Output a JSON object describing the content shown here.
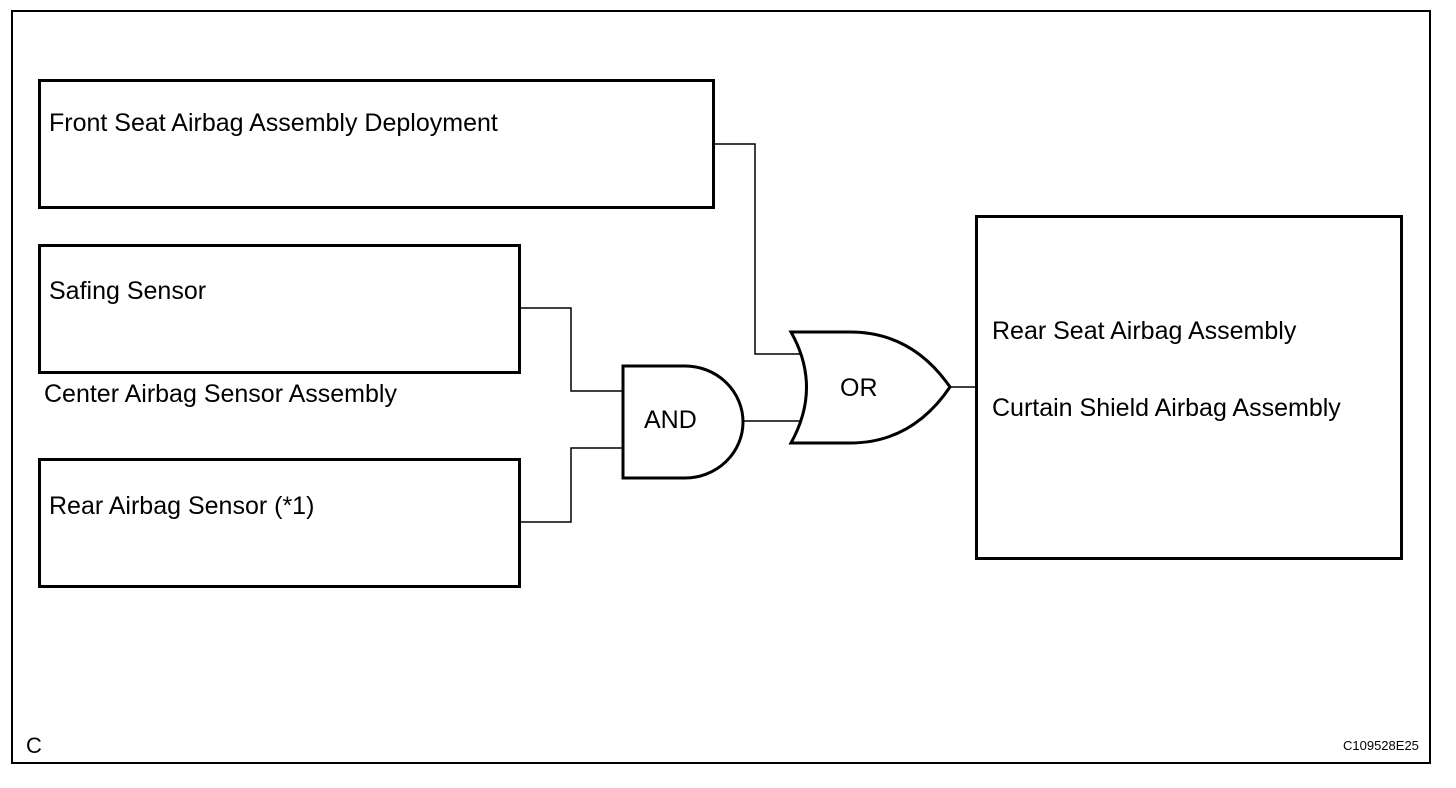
{
  "inputs": {
    "front_seat_deployment": "Front Seat Airbag Assembly Deployment",
    "safing_sensor": "Safing Sensor",
    "center_sensor_assembly": "Center Airbag Sensor Assembly",
    "rear_airbag_sensor": "Rear Airbag Sensor (*1)"
  },
  "gates": {
    "and_label": "AND",
    "or_label": "OR"
  },
  "outputs": {
    "rear_seat_airbag": "Rear Seat Airbag Assembly",
    "curtain_shield_airbag": "Curtain Shield Airbag Assembly"
  },
  "footer": {
    "corner_letter": "C",
    "figure_code": "C109528E25"
  }
}
